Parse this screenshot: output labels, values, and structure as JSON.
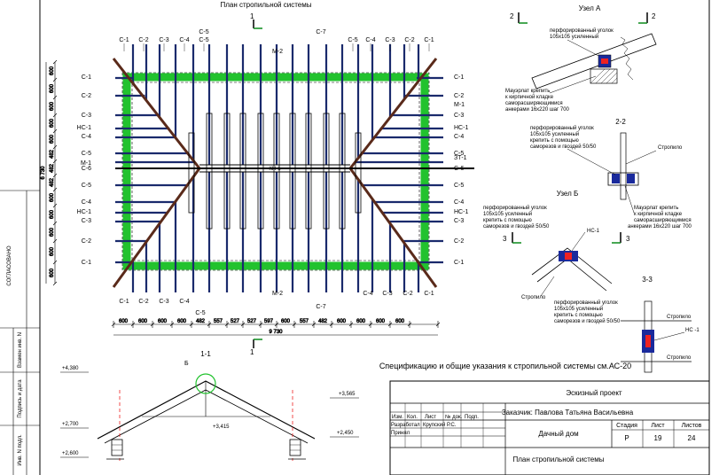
{
  "plan": {
    "title": "План стропильной системы",
    "top_left_labels": [
      "C-1",
      "C-2",
      "C-3",
      "C-4",
      "C-5"
    ],
    "top_right_labels": [
      "C-5",
      "C-4",
      "C-3",
      "C-2",
      "C-1"
    ],
    "bottom_left_labels": [
      "C-1",
      "C-2",
      "C-3",
      "C-4"
    ],
    "bottom_right_labels": [
      "C-4",
      "C-3",
      "C-2",
      "C-1"
    ],
    "left_labels": [
      "C-1",
      "C-2",
      "C-3",
      "НС-1",
      "C-4",
      "C-5",
      "M-1",
      "C-6",
      "C-5",
      "C-4",
      "НС-1",
      "C-3",
      "C-2",
      "C-1"
    ],
    "right_labels": [
      "C-1",
      "C-2",
      "M-1",
      "C-3",
      "НС-1",
      "C-4",
      "C-5",
      "ЗТ-1",
      "C-6",
      "C-5",
      "C-4",
      "НС-1",
      "C-3",
      "C-2",
      "C-1"
    ],
    "m2_top": "M-2",
    "m2_bottom": "M-2",
    "c7_top": "C-7",
    "c7_bottom": "C-7",
    "c5_bottom": "C-5",
    "c5_top": "C-5",
    "kh1": "КН-1",
    "section_mark": "1",
    "dims_bottom": [
      "600",
      "600",
      "600",
      "600",
      "482",
      "557",
      "527",
      "527",
      "597",
      "600",
      "557",
      "482",
      "600",
      "600",
      "600",
      "600"
    ],
    "total_bottom": "9 730",
    "dims_left": [
      "600",
      "600",
      "600",
      "600",
      "600",
      "482",
      "482",
      "482",
      "600",
      "600",
      "600",
      "600",
      "600"
    ],
    "total_left": "6 730"
  },
  "uzel_a": {
    "title": "Узел А",
    "mark_left": "2",
    "mark_right": "2",
    "note1": [
      "перфорированный уголок",
      "105х105 усиленный"
    ],
    "note2": [
      "Мауэрлат крепить",
      "к кирпичной кладке",
      "саморасширяющимися",
      "анкерами 16х220  шаг 700"
    ]
  },
  "sec22": {
    "title": "2-2",
    "note": [
      "перфорированный уголок",
      "105х105 усиленный",
      "крепить с помощью",
      "саморезов и гвоздей 50/50"
    ],
    "stropilo": "Стропило"
  },
  "uzel_b": {
    "title": "Узел Б",
    "note1": [
      "перфорированный уголок",
      "105х105 усиленный",
      "крепить с помощью",
      "саморезов и гвоздей 50/50"
    ],
    "hc1": "НС-1",
    "mark_left": "3",
    "mark_right": "3",
    "stropilo": "Стропило",
    "note2": [
      "Мауэрлат крепить",
      "к кирпичной кладке",
      "саморасширяющимися",
      "анкерами 16х220  шаг 700"
    ]
  },
  "sec33": {
    "title": "3-3",
    "note": [
      "перфорированный уголок",
      "105х105 усиленный",
      "крепить с помощью",
      "саморезов и гвоздей 50/50"
    ],
    "stropilo1": "Стропило",
    "hc1": "НС -1",
    "stropilo2": "Стропило"
  },
  "section11": {
    "title": "1-1",
    "mark_b": "Б",
    "levels": [
      "+4,380",
      "+3,565",
      "+3,415",
      "+2,700",
      "+2,450",
      "+2,600"
    ]
  },
  "spec_note": "Спецификацию и общие указания к стропильной системы см.АС-20",
  "stamp": {
    "project": "Эскизный проект",
    "customer": "Заказчик: Павлова Татьяна Васильевна",
    "object": "Дачный дом",
    "sheet_title": "План стропильной системы",
    "cols": [
      "Изм.",
      "Кол.",
      "Лист",
      "№ док.",
      "Подп."
    ],
    "row1": [
      "Разработал",
      "Крупский Р.С."
    ],
    "row2": [
      "Принял",
      ""
    ],
    "hdr": [
      "Стадия",
      "Лист",
      "Листов"
    ],
    "vals": [
      "Р",
      "19",
      "24"
    ]
  },
  "left_strip": {
    "soglasovano": "СОГЛАСОВАНО",
    "vzam": "Взамен инв. N",
    "podp": "Подпись и дата",
    "inv": "Инв. N подл."
  }
}
